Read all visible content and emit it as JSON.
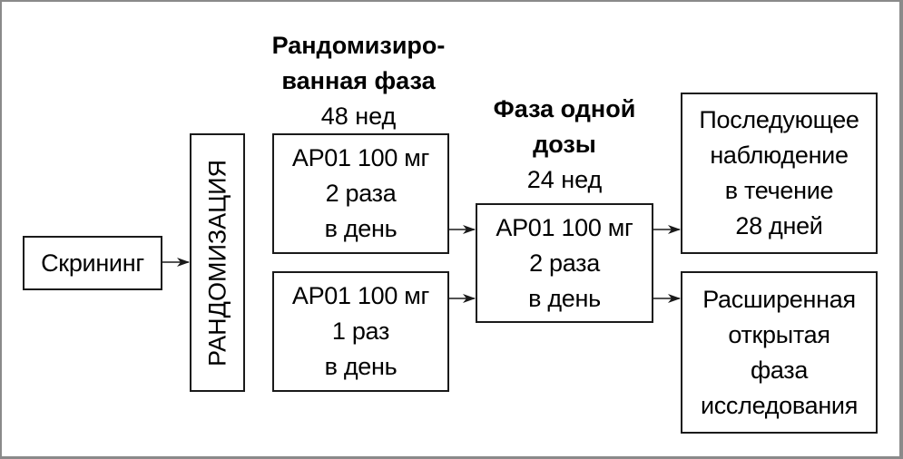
{
  "headings": {
    "randomized_phase": {
      "title_line1": "Рандомизиро-",
      "title_line2": "ванная фаза",
      "duration": "48 нед"
    },
    "single_dose_phase": {
      "title_line1": "Фаза одной",
      "title_line2": "дозы",
      "duration": "24 нед"
    }
  },
  "boxes": {
    "screening": {
      "label": "Скрининг"
    },
    "randomization": {
      "label": "РАНДОМИЗАЦИЯ"
    },
    "arm_twice_daily": {
      "lines": [
        "AP01 100 мг",
        "2 раза",
        "в день"
      ]
    },
    "arm_once_daily": {
      "lines": [
        "AP01 100 мг",
        "1 раз",
        "в день"
      ]
    },
    "single_dose": {
      "lines": [
        "AP01 100 мг",
        "2 раза",
        "в день"
      ]
    },
    "follow_up": {
      "lines": [
        "Последующее",
        "наблюдение",
        "в течение",
        "28 дней"
      ]
    },
    "extension": {
      "lines": [
        "Расширенная",
        "открытая",
        "фаза",
        "исследования"
      ]
    }
  },
  "colors": {
    "frame": "#8a8a8a",
    "stroke": "#1a1a1a"
  }
}
